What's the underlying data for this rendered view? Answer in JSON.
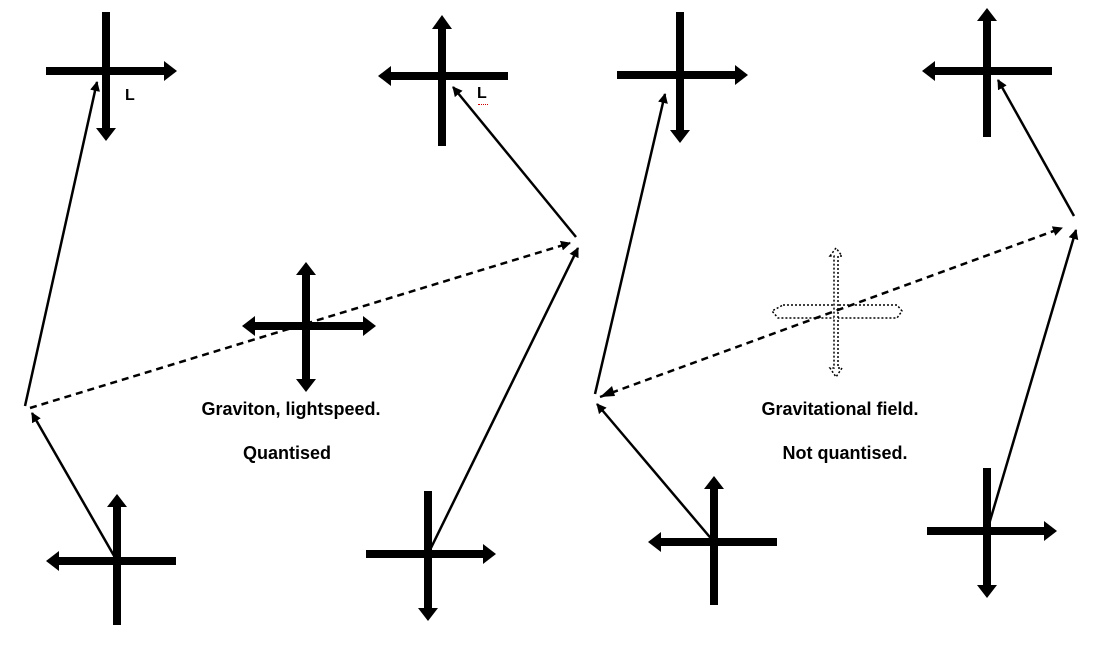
{
  "left_panel": {
    "caption_line1": "Graviton, lightspeed.",
    "caption_line2": "Quantised",
    "label_top_left": "L",
    "label_top_right": "L"
  },
  "right_panel": {
    "caption_line1": "Gravitational field.",
    "caption_line2": "Not quantised."
  },
  "colors": {
    "stroke": "#000000",
    "hollow_cross_fill": "#ffffff",
    "spell_check_squiggle": "#d00000"
  }
}
